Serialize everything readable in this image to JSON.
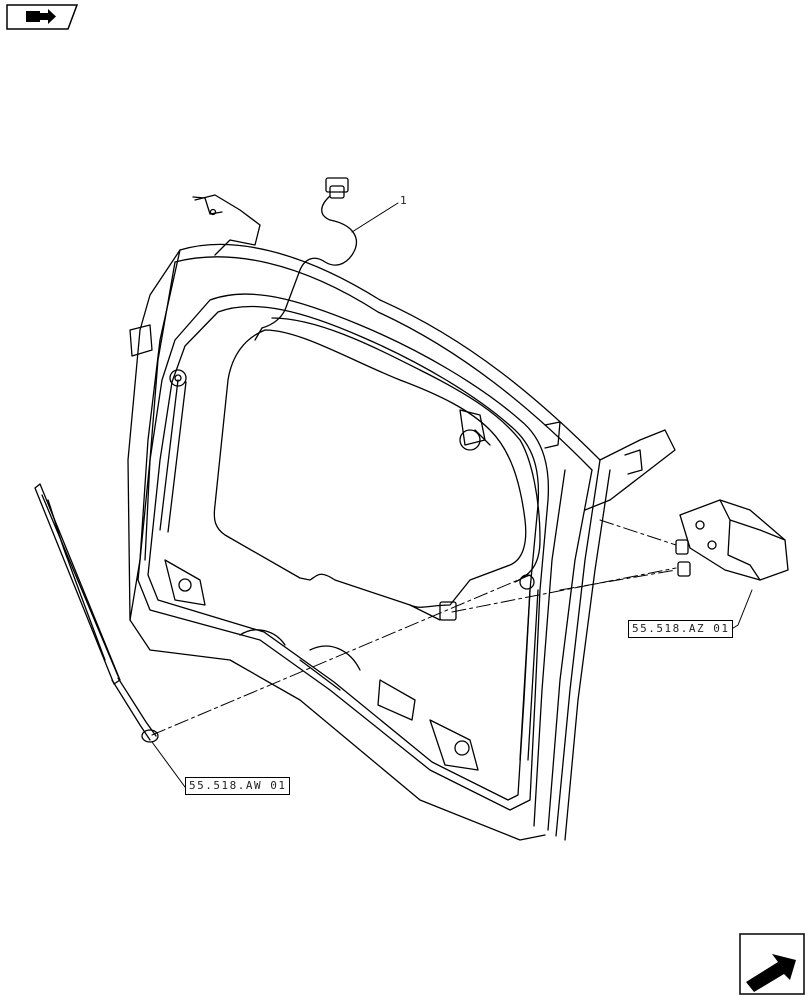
{
  "diagram": {
    "item_number": "1",
    "references": {
      "wiper_motor": "55.518.AZ 01",
      "wiper_arm": "55.518.AW 01"
    }
  },
  "navigation": {
    "back_icon": "folder-back-icon",
    "next_icon": "next-page-arrow-icon"
  },
  "colors": {
    "line": "#000000",
    "background": "#ffffff"
  }
}
